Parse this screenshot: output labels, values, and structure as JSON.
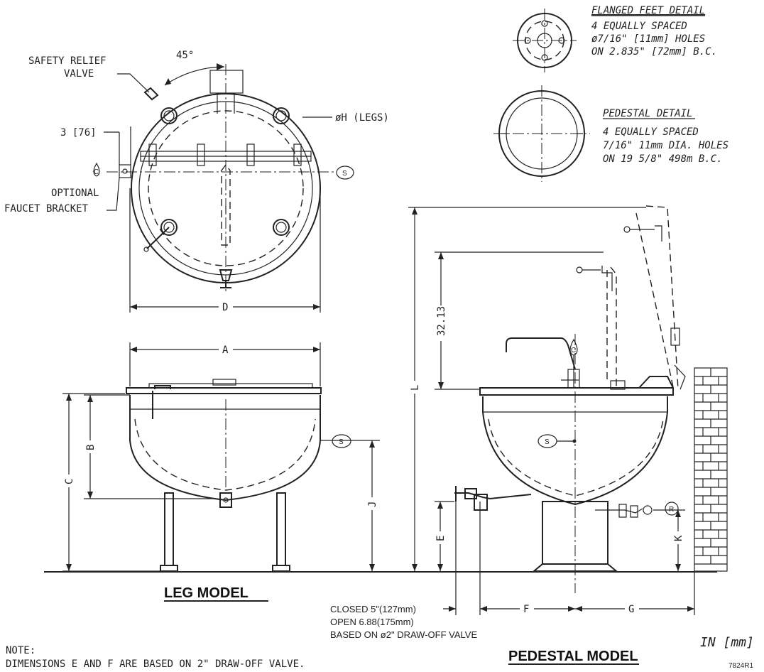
{
  "top_view": {
    "angle_label": "45°",
    "safety_relief_line1": "SAFETY RELIEF",
    "safety_relief_line2": "VALVE",
    "legs_label": "øH (LEGS)",
    "offset_label": "3 [76]",
    "faucet_line1": "OPTIONAL",
    "faucet_line2": "FAUCET BRACKET",
    "dim_d": "D",
    "marker_c": "C",
    "marker_s": "S"
  },
  "flanged_feet": {
    "title": "FLANGED FEET DETAIL",
    "line1": "4 EQUALLY SPACED",
    "line2": "ø7/16\" [11mm] HOLES",
    "line3": "ON 2.835\" [72mm] B.C."
  },
  "pedestal_detail": {
    "title": "PEDESTAL DETAIL",
    "line1": "4 EQUALLY SPACED",
    "line2": "7/16\" 11mm DIA. HOLES",
    "line3": "ON 19 5/8\" 498m B.C."
  },
  "leg_model": {
    "title": "LEG MODEL",
    "dim_a": "A",
    "dim_b": "B",
    "dim_c": "C",
    "dim_j": "J",
    "marker_s": "S"
  },
  "pedestal_model": {
    "title": "PEDESTAL MODEL",
    "dim_l": "L",
    "dim_height": "32.13",
    "dim_e": "E",
    "dim_f": "F",
    "dim_g": "G",
    "dim_k": "K",
    "marker_c": "C",
    "marker_s": "S",
    "marker_r": "R",
    "closed": "CLOSED 5\"(127mm)",
    "open": "OPEN 6.88(175mm)",
    "based": "BASED ON ø2\" DRAW-OFF VALVE"
  },
  "note": {
    "label": "NOTE:",
    "text": "DIMENSIONS E AND F ARE BASED ON 2\" DRAW-OFF VALVE."
  },
  "units": "IN [mm]",
  "drawing_number": "7824R1"
}
